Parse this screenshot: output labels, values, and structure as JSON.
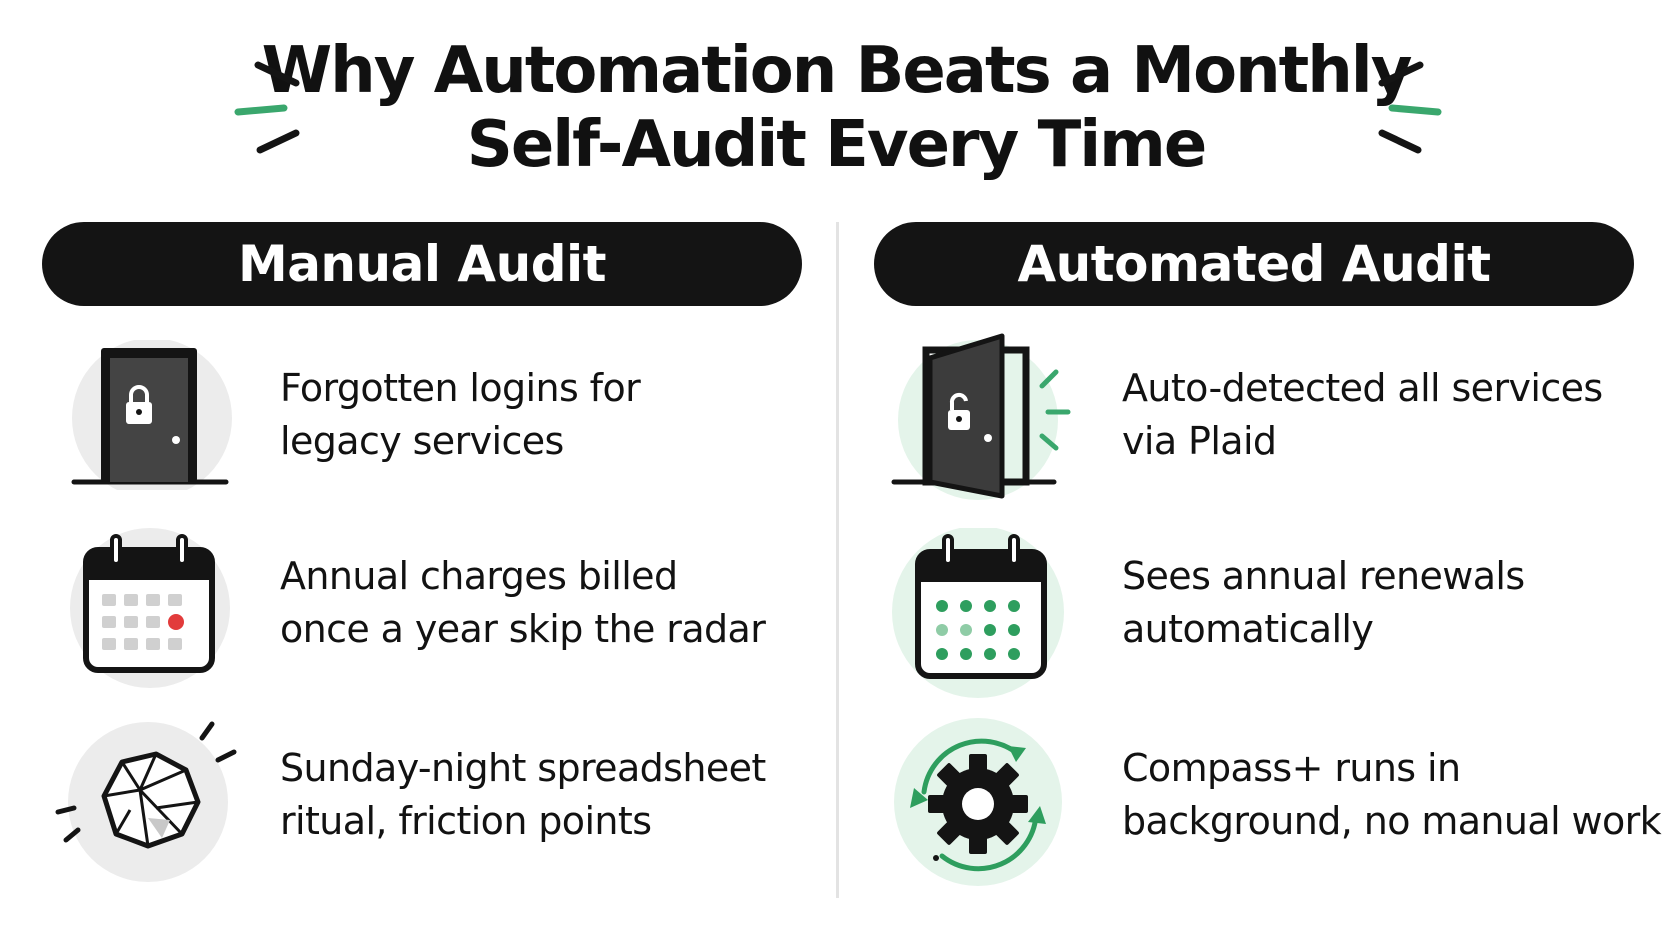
{
  "title": {
    "line1": "Why Automation Beats a Monthly",
    "line2": "Self-Audit Every Time"
  },
  "colors": {
    "accent_green": "#3aa76d",
    "light_green_circle": "#e4f4ea",
    "gray_circle": "#ececec",
    "header_bg": "#141414",
    "alert_red": "#e23b3b"
  },
  "manual": {
    "header": "Manual Audit",
    "items": [
      {
        "icon": "locked-door-icon",
        "line1": "Forgotten logins for",
        "line2": "legacy services"
      },
      {
        "icon": "calendar-icon",
        "line1": "Annual charges billed",
        "line2": "once a year skip the radar"
      },
      {
        "icon": "crumpled-paper-icon",
        "line1": "Sunday-night spreadsheet",
        "line2": "ritual, friction points"
      }
    ]
  },
  "automated": {
    "header": "Automated Audit",
    "items": [
      {
        "icon": "open-door-icon",
        "line1": "Auto-detected all services",
        "line2": "via Plaid"
      },
      {
        "icon": "green-calendar-icon",
        "line1": "Sees annual renewals",
        "line2": "automatically"
      },
      {
        "icon": "gear-sync-icon",
        "line1": "Compass+ runs in",
        "line2": "background, no manual work"
      }
    ]
  }
}
